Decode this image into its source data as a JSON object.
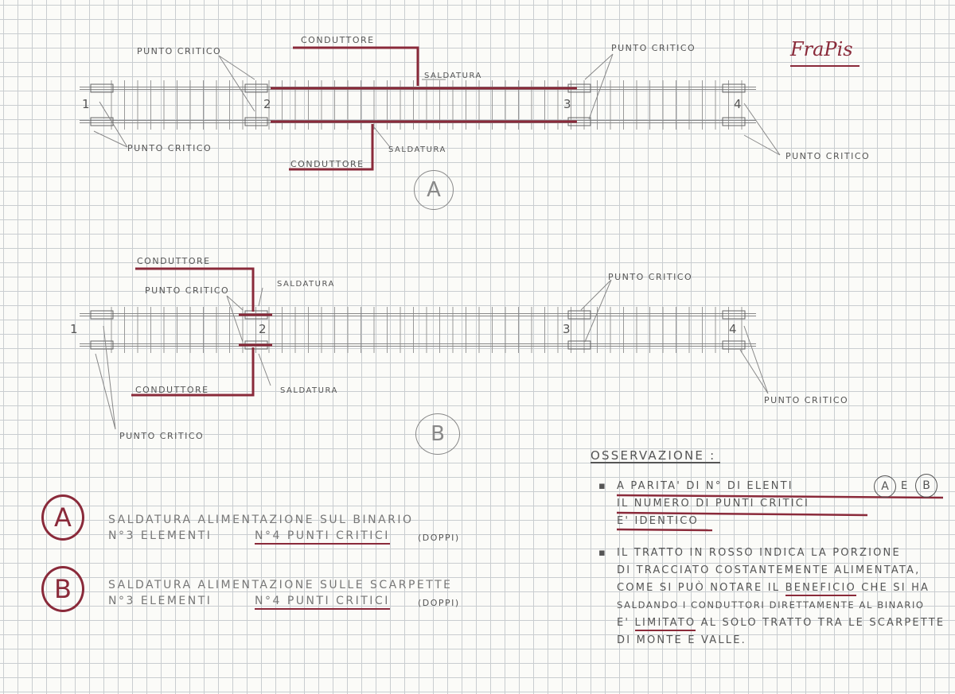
{
  "logo": "FraPis",
  "diagram_a": {
    "label": "A",
    "conduttore_top": "CONDUTTORE",
    "conduttore_bottom": "CONDUTTORE",
    "saldatura_top": "SALDATURA",
    "saldatura_bottom": "SALDATURA",
    "punto_critico_1": "PUNTO CRITICO",
    "punto_critico_2": "PUNTO CRITICO",
    "punto_critico_3": "PUNTO CRITICO",
    "punto_critico_4": "PUNTO CRITICO",
    "elements": [
      "1",
      "2",
      "3",
      "4"
    ]
  },
  "diagram_b": {
    "label": "B",
    "conduttore_top": "CONDUTTORE",
    "conduttore_bottom": "CONDUTTORE",
    "saldatura_top": "SALDATURA",
    "saldatura_bottom": "SALDATURA",
    "punto_critico_1": "PUNTO CRITICO",
    "punto_critico_2": "PUNTO CRITICO",
    "punto_critico_3": "PUNTO CRITICO",
    "punto_critico_4": "PUNTO CRITICO",
    "elements": [
      "1",
      "2",
      "3",
      "4"
    ]
  },
  "legend": [
    {
      "label": "A",
      "line1": "SALDATURA ALIMENTAZIONE SUL BINARIO",
      "elements": "N°3 ELEMENTI",
      "points": "N°4 PUNTI CRITICI",
      "note": "(DOPPI)"
    },
    {
      "label": "B",
      "line1": "SALDATURA ALIMENTAZIONE SULLE SCARPETTE",
      "elements": "N°3 ELEMENTI",
      "points": "N°4 PUNTI CRITICI",
      "note": "(DOPPI)"
    }
  ],
  "osservazione": {
    "title": "OSSERVAZIONE :",
    "point1": [
      "A PARITA' DI  N° DI ELENTI",
      "A",
      "E",
      "B",
      "IL NUMERO DI PUNTI CRITICI",
      "E' IDENTICO"
    ],
    "point2": [
      "IL TRATTO IN ROSSO INDICA LA PORZIONE",
      "DI TRACCIATO COSTANTEMENTE ALIMENTATA,",
      "COME SI PUÒ NOTARE IL",
      "BENEFICIO",
      "CHE SI HA",
      "SALDANDO I CONDUTTORI DIRETTAMENTE AL BINARIO",
      "E'",
      "LIMITATO",
      "AL SOLO TRATTO TRA LE SCARPETTE",
      "DI MONTE E VALLE."
    ]
  }
}
